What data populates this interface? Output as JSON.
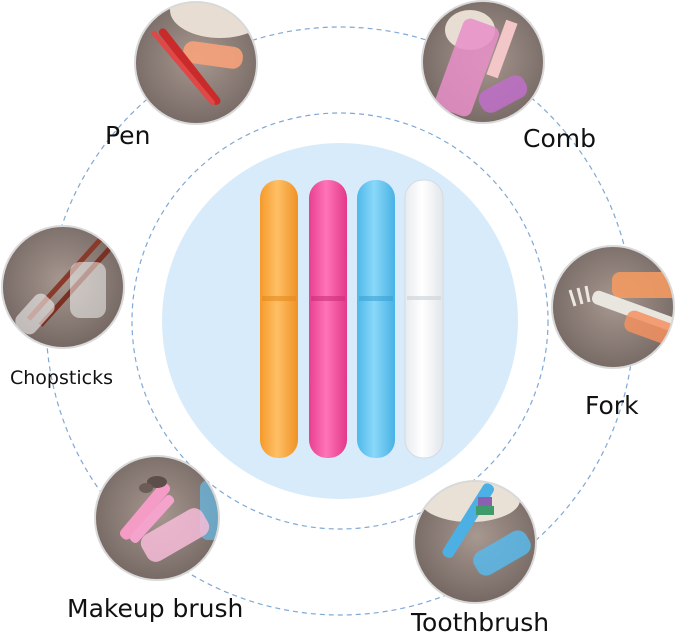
{
  "labels": {
    "pen": "Pen",
    "comb": "Comb",
    "chopsticks": "Chopsticks",
    "fork": "Fork",
    "makeup_brush": "Makeup brush",
    "toothbrush": "Toothbrush"
  },
  "cases": [
    {
      "name": "orange-case",
      "color": "#f7a63a"
    },
    {
      "name": "pink-case",
      "color": "#f0509e"
    },
    {
      "name": "blue-case",
      "color": "#5fc4ef"
    },
    {
      "name": "clear-case",
      "color": "#f4f6f8"
    }
  ],
  "colors": {
    "center_disc": "#d8ebfb",
    "dashed_ring": "#7fa8d4",
    "photo_backdrop": "#8f7f78"
  }
}
